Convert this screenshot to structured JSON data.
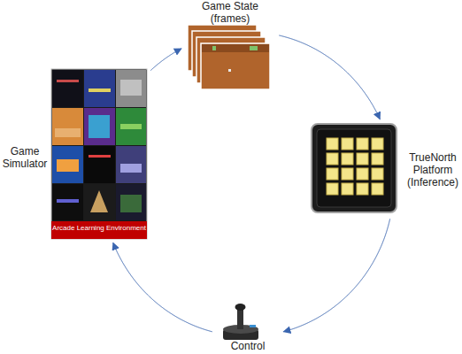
{
  "diagram": {
    "nodes": [
      {
        "text": [
          "Game State (frames)"
        ]
      },
      {
        "text": [
          "TrueNorth Platform (Inference)"
        ]
      },
      {
        "text": [
          "Control"
        ]
      },
      {
        "text": [
          "Game Simulator",
          "Arcade Learning Environment"
        ]
      }
    ],
    "edges": [
      {
        "from": 0,
        "to": 1,
        "arrow": "to"
      },
      {
        "from": 1,
        "to": 2,
        "arrow": "to"
      },
      {
        "from": 2,
        "to": 3,
        "arrow": "to"
      },
      {
        "from": 3,
        "to": 0,
        "arrow": "to"
      }
    ]
  }
}
